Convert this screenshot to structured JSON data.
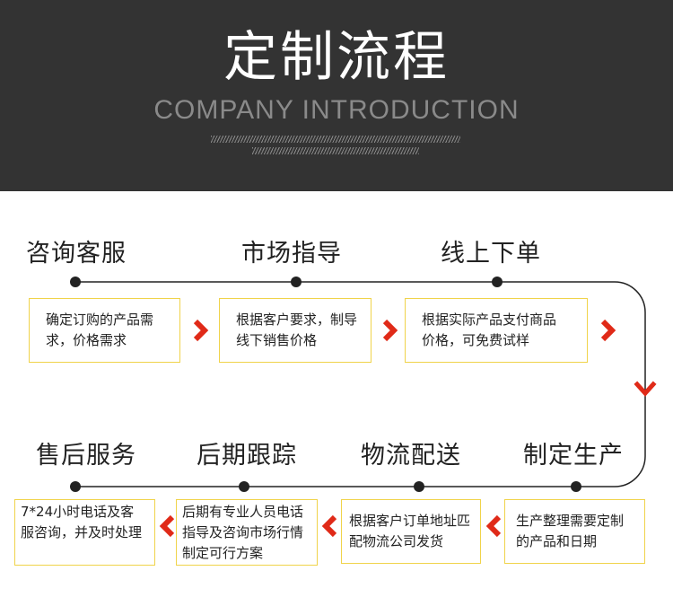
{
  "header": {
    "title": "定制流程",
    "subtitle": "COMPANY INTRODUCTION",
    "background": "#333333"
  },
  "colors": {
    "accent": "#e02a18",
    "box_border": "#f0d34a",
    "line": "#222222"
  },
  "top_row": [
    {
      "title": "咨询客服",
      "desc": "确定订购的产品需求，价格需求"
    },
    {
      "title": "市场指导",
      "desc": "根据客户要求，制导线下销售价格"
    },
    {
      "title": "线上下单",
      "desc": "根据实际产品支付商品价格，可免费试样"
    }
  ],
  "bottom_row": [
    {
      "title": "售后服务",
      "desc": "7*24小时电话及客服咨询，并及时处理"
    },
    {
      "title": "后期跟踪",
      "desc": "后期有专业人员电话指导及咨询市场行情制定可行方案"
    },
    {
      "title": "物流配送",
      "desc": "根据客户订单地址匹配物流公司发货"
    },
    {
      "title": "制定生产",
      "desc": "生产整理需要定制的产品和日期"
    }
  ],
  "icons": {
    "arrow_right": "chevron-right-icon",
    "arrow_left": "chevron-left-icon",
    "arrow_down": "chevron-down-icon"
  }
}
